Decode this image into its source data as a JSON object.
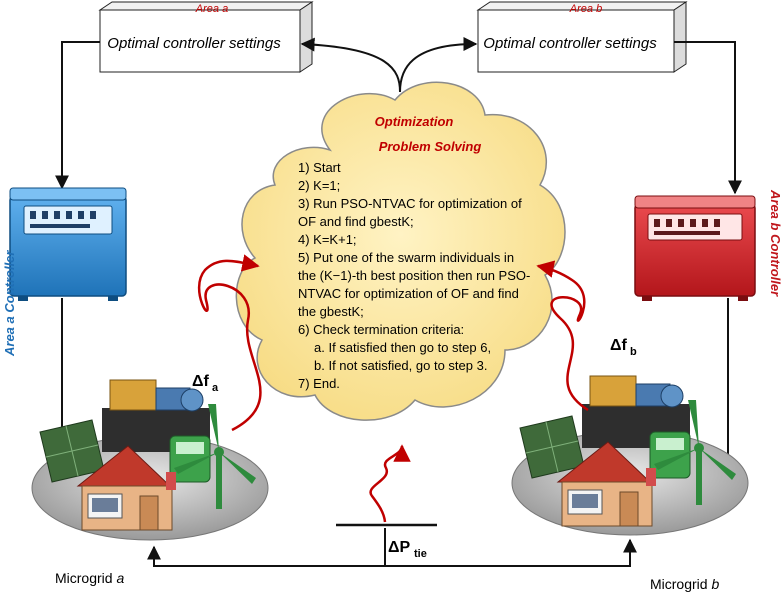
{
  "area_a": {
    "tag": "Area a",
    "box_label": "Optimal controller settings",
    "controller_label": "Area a Controller",
    "delta_symbol": "Δf",
    "delta_sub": "a",
    "microgrid_prefix": "Microgrid ",
    "microgrid_name": "a"
  },
  "area_b": {
    "tag": "Area b",
    "box_label": "Optimal controller settings",
    "controller_label": "Area b Controller",
    "delta_symbol": "Δf",
    "delta_sub": "b",
    "microgrid_prefix": "Microgrid ",
    "microgrid_name": "b"
  },
  "optimization": {
    "title_line1": "Optimization",
    "title_line2": "Problem Solving",
    "steps": [
      "1) Start",
      "2) K=1;",
      "3) Run PSO-NTVAC for optimization of",
      "OF and find gbestK;",
      "4) K=K+1;",
      "5) Put one of the swarm individuals in",
      "the (K−1)-th best position then run PSO-",
      "NTVAC for optimization of OF and find",
      "the gbestK;",
      "6) Check termination criteria:",
      "a. If satisfied then go to step 6,",
      "b. If not satisfied, go to step 3.",
      "7) End."
    ]
  },
  "tie_line": {
    "delta_symbol": "ΔP",
    "delta_sub": "tie"
  },
  "colors": {
    "controller_a": "#2f8fd6",
    "controller_b": "#d8262b",
    "cloud_fill": "#fde9a6",
    "feedback_line": "#c00000"
  }
}
